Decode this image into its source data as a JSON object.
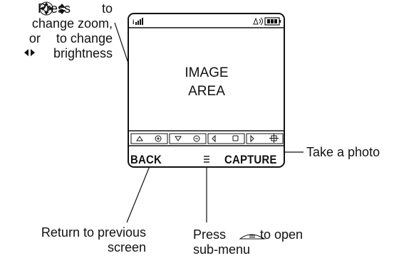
{
  "callouts": {
    "zoom_line1_prefix": "Press",
    "zoom_line1_suffix": "to",
    "zoom_line2": "change zoom,",
    "zoom_line3_prefix": "or",
    "zoom_line3_suffix": "to change",
    "zoom_line4": "brightness",
    "take_photo": "Take a photo",
    "return_line1": "Return to previous",
    "return_line2": "screen",
    "submenu_line1_prefix": "Press",
    "submenu_line1_suffix": "to open",
    "submenu_line2": "sub-menu"
  },
  "screen": {
    "image_area_line1": "IMAGE",
    "image_area_line2": "AREA",
    "softkey_left": "BACK",
    "softkey_right": "CAPTURE"
  },
  "icons": {
    "signal": "signal-strength-icon",
    "ringer": "ringer-icon",
    "battery": "battery-icon",
    "menu": "menu-icon",
    "nav_key": "navigation-key-icon",
    "menu_key": "menu-key-icon"
  },
  "colors": {
    "line": "#111111",
    "background": "#ffffff"
  }
}
